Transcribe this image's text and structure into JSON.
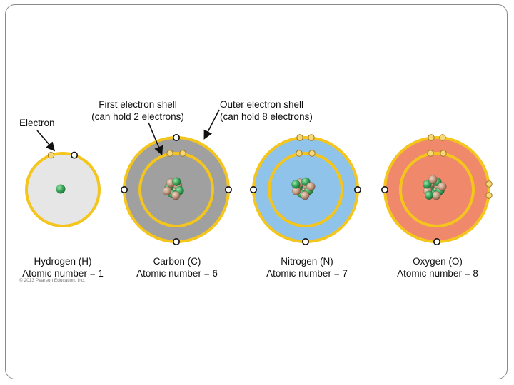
{
  "labels": {
    "electron": "Electron",
    "first_shell_line1": "First electron shell",
    "first_shell_line2": "(can hold 2 electrons)",
    "outer_shell_line1": "Outer electron shell",
    "outer_shell_line2": "(can hold 8 electrons)",
    "copyright": "© 2013 Pearson Education, Inc."
  },
  "atoms": [
    {
      "name": "Hydrogen (H)",
      "atomic_number_text": "Atomic number = 1",
      "atomic_number": 1,
      "fill": "#e6e6e6"
    },
    {
      "name": "Carbon (C)",
      "atomic_number_text": "Atomic number = 6",
      "atomic_number": 6,
      "fill": "#a0a0a0"
    },
    {
      "name": "Nitrogen (N)",
      "atomic_number_text": "Atomic number = 7",
      "atomic_number": 7,
      "fill": "#8fc3ea"
    },
    {
      "name": "Oxygen (O)",
      "atomic_number_text": "Atomic number = 8",
      "atomic_number": 8,
      "fill": "#f0896c"
    }
  ],
  "colors": {
    "shell_ring": "#f4c51c",
    "electron_yellow": "#f7d77a",
    "electron_white": "#ffffff",
    "proton_green": "#3aa55a",
    "neutron_tan": "#c49a80"
  }
}
